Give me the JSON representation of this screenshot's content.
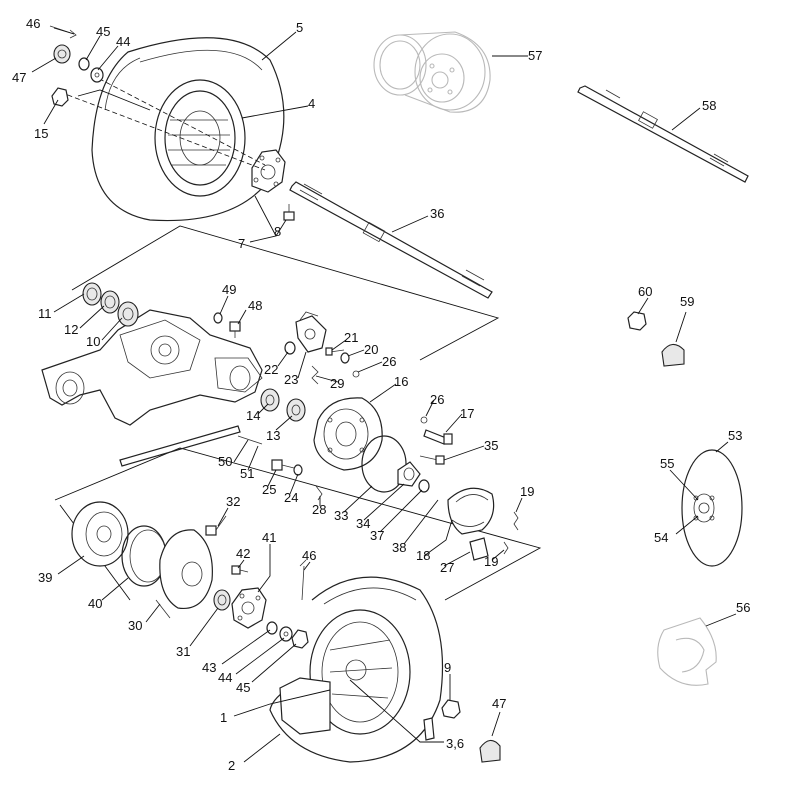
{
  "diagram": {
    "labels": [
      "46",
      "45",
      "44",
      "47",
      "15",
      "5",
      "4",
      "7",
      "8",
      "57",
      "58",
      "36",
      "11",
      "12",
      "10",
      "49",
      "48",
      "21",
      "20",
      "22",
      "26",
      "23",
      "29",
      "14",
      "13",
      "16",
      "26",
      "17",
      "50",
      "51",
      "25",
      "24",
      "35",
      "28",
      "33",
      "34",
      "37",
      "38",
      "19",
      "18",
      "27",
      "19",
      "32",
      "39",
      "40",
      "30",
      "42",
      "41",
      "46",
      "31",
      "43",
      "44",
      "45",
      "1",
      "2",
      "9",
      "3,6",
      "47",
      "60",
      "59",
      "53",
      "55",
      "54",
      "56"
    ]
  }
}
